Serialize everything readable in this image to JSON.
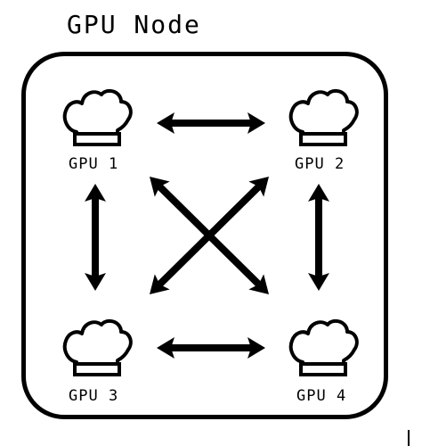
{
  "title": "GPU Node",
  "gpus": [
    {
      "id": "gpu1",
      "label": "GPU 1",
      "icon": "chef-hat-icon"
    },
    {
      "id": "gpu2",
      "label": "GPU 2",
      "icon": "chef-hat-icon"
    },
    {
      "id": "gpu3",
      "label": "GPU 3",
      "icon": "chef-hat-icon"
    },
    {
      "id": "gpu4",
      "label": "GPU 4",
      "icon": "chef-hat-icon"
    }
  ],
  "connections": [
    {
      "from": "gpu1",
      "to": "gpu2",
      "type": "bidirectional"
    },
    {
      "from": "gpu3",
      "to": "gpu4",
      "type": "bidirectional"
    },
    {
      "from": "gpu1",
      "to": "gpu3",
      "type": "bidirectional"
    },
    {
      "from": "gpu2",
      "to": "gpu4",
      "type": "bidirectional"
    },
    {
      "from": "gpu1",
      "to": "gpu4",
      "type": "bidirectional"
    },
    {
      "from": "gpu2",
      "to": "gpu3",
      "type": "bidirectional"
    }
  ],
  "colors": {
    "stroke": "#000000",
    "background": "#ffffff"
  }
}
